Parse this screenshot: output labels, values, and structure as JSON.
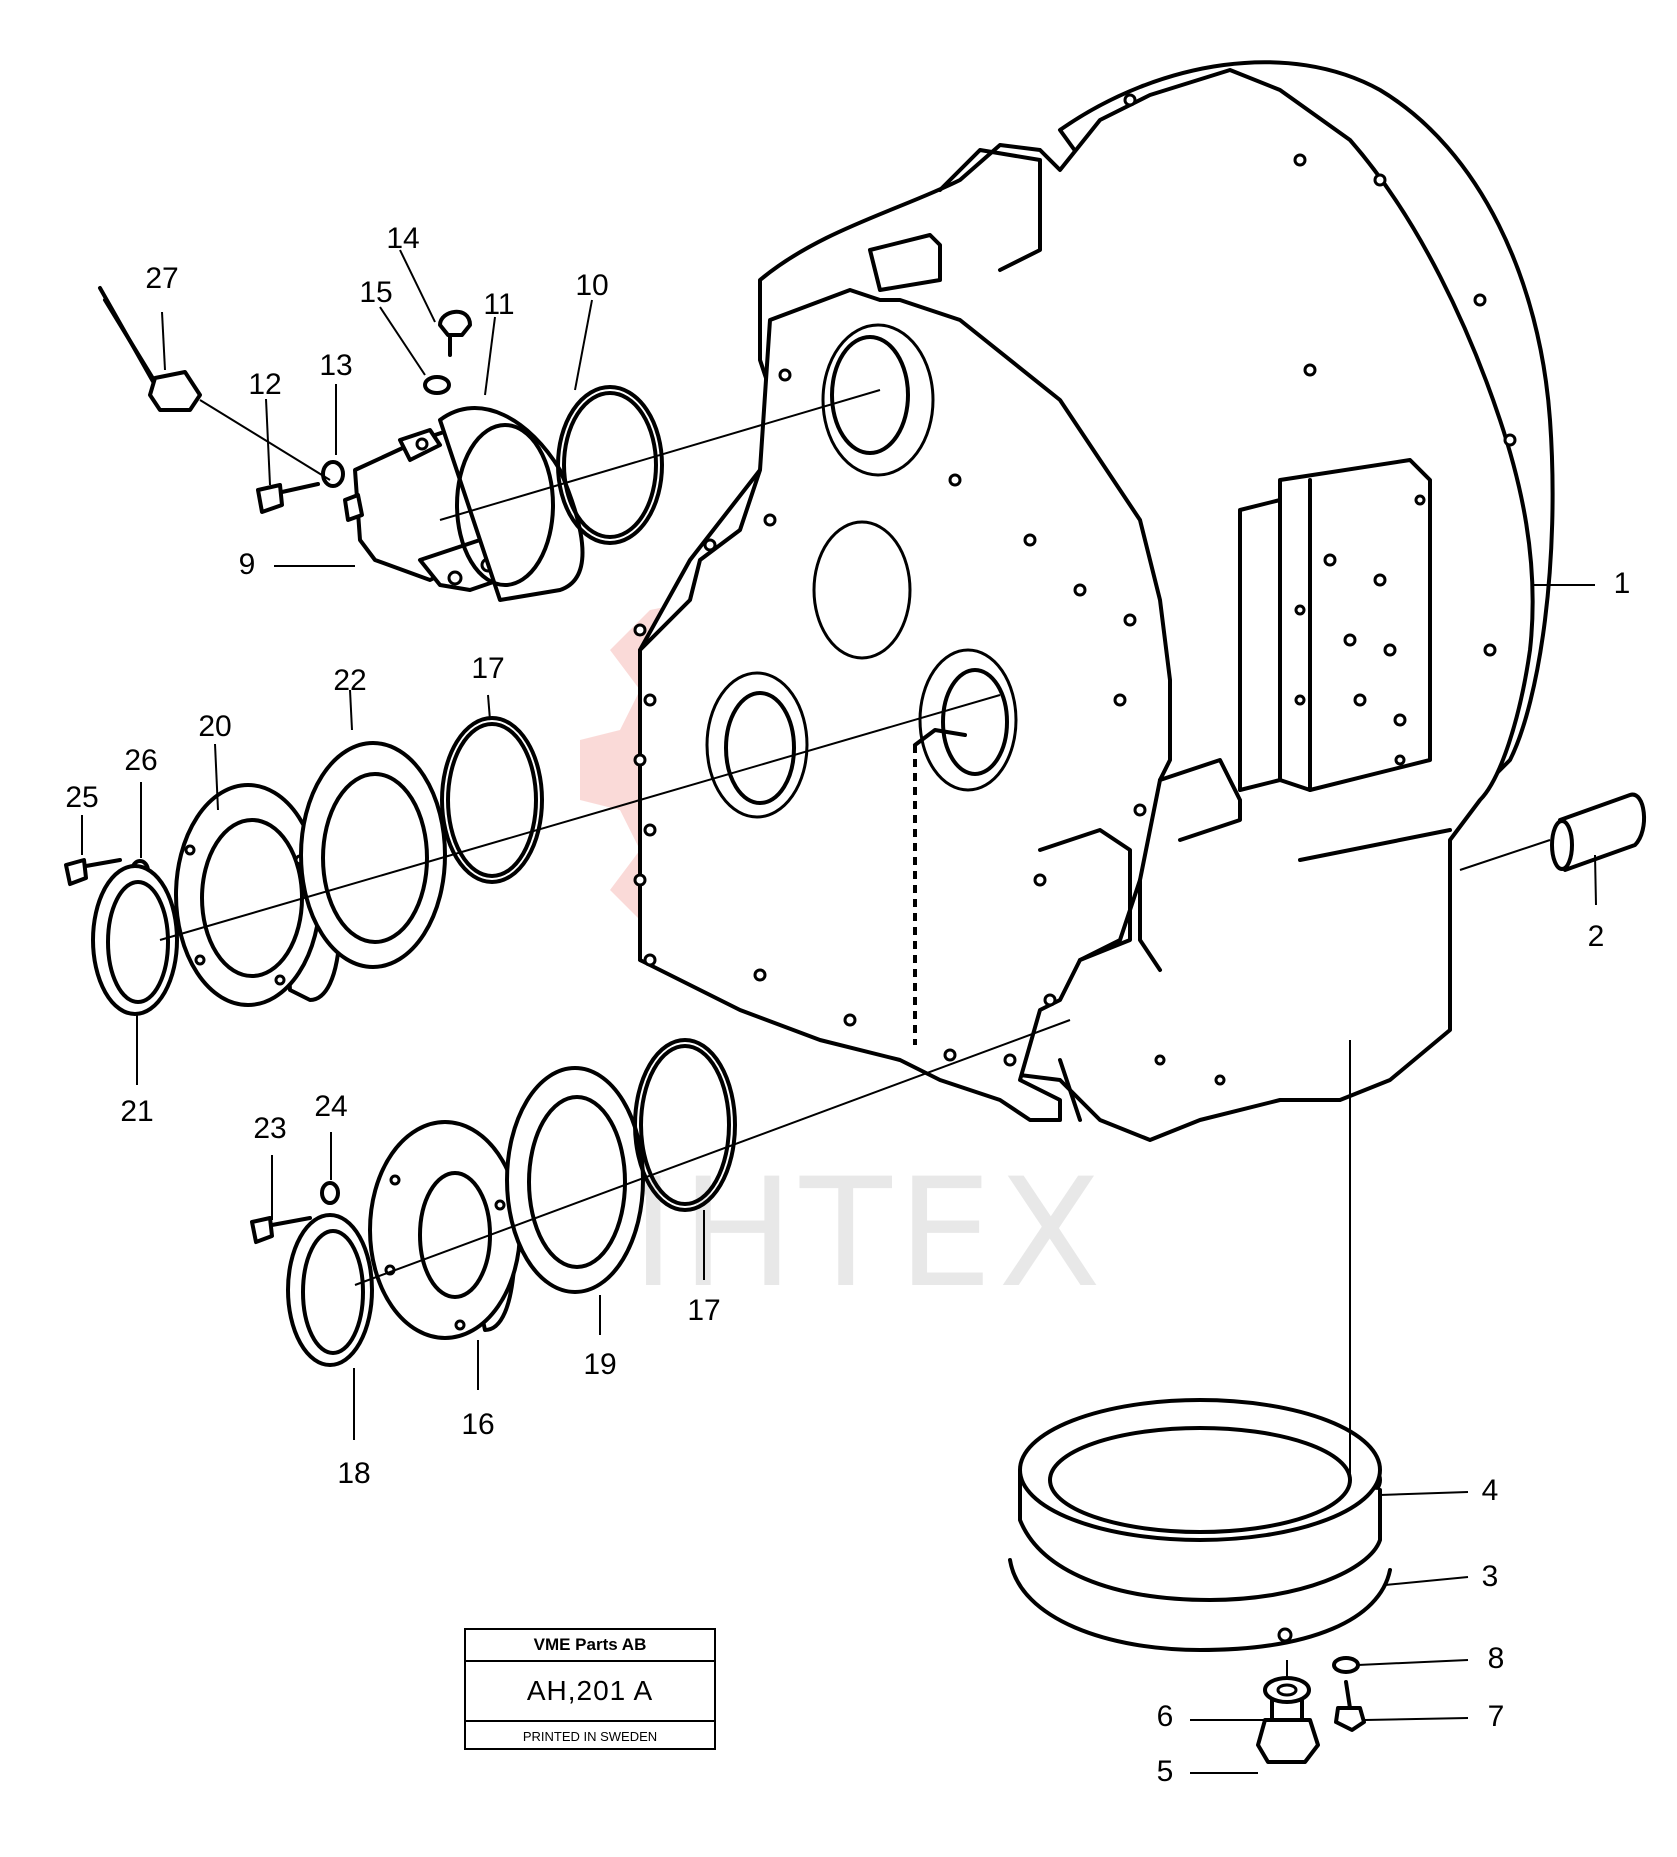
{
  "watermark": {
    "text": "ИНТЕХ",
    "color": "#e8463a",
    "text_color": "#b8b8b8",
    "icon": "gear-logo-icon"
  },
  "callouts": [
    "1",
    "2",
    "3",
    "4",
    "5",
    "6",
    "7",
    "8",
    "9",
    "10",
    "11",
    "12",
    "13",
    "14",
    "15",
    "16",
    "17",
    "17",
    "18",
    "19",
    "20",
    "21",
    "22",
    "23",
    "24",
    "25",
    "26",
    "27"
  ],
  "title_block": {
    "company": "VME Parts AB",
    "code": "AH,201 A",
    "printed": "PRINTED IN SWEDEN"
  }
}
